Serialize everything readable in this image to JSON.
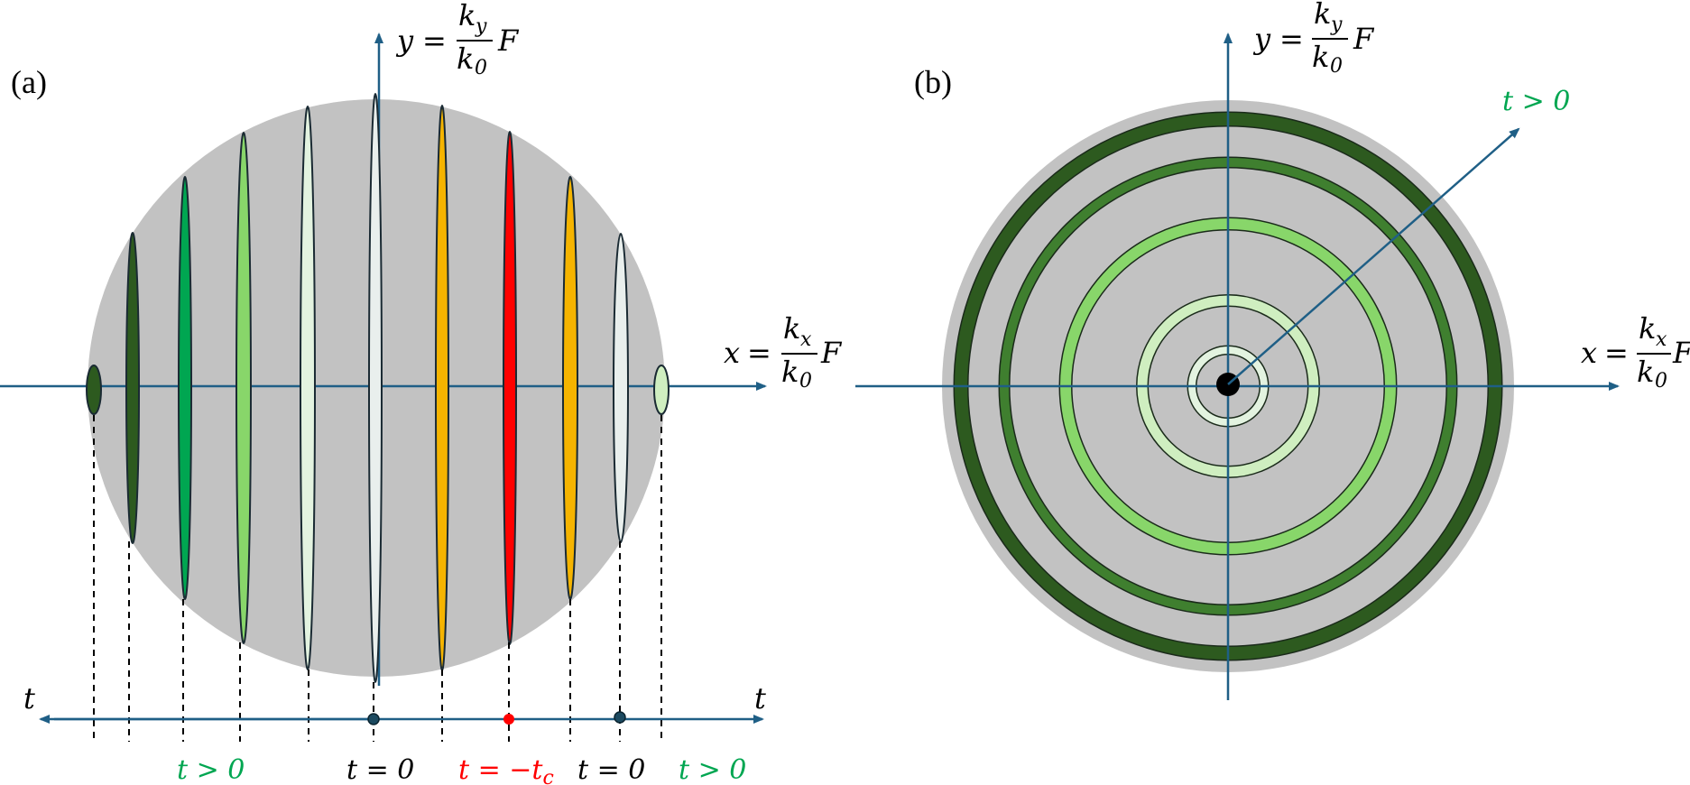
{
  "colors": {
    "axis": "#1f5f86",
    "disk": "#c2c2c2",
    "outline": "#1a2a33",
    "dark_green": "#2d5a1f",
    "green_mid": "#3f7f2f",
    "bright_green": "#00a651",
    "light_green": "#88d66a",
    "pale_green": "#cfeec0",
    "very_pale": "#e3f3e0",
    "white_ish": "#e9efed",
    "orange": "#f5b400",
    "red": "#ff0000",
    "label_green": "#00a651",
    "label_red": "#ff0000"
  },
  "panel_a": {
    "label": "(a)",
    "y_axis_label": {
      "var": "y",
      "num_main": "k",
      "num_sub": "y",
      "den_main": "k",
      "den_sub": "0",
      "tail": "F"
    },
    "x_axis_label": {
      "var": "x",
      "num_main": "k",
      "num_sub": "x",
      "den_main": "k",
      "den_sub": "0",
      "tail": "F"
    },
    "t_label_left": "t",
    "t_label_right": "t",
    "ellipse_colors": [
      "dark_green",
      "dark_green",
      "bright_green",
      "light_green",
      "very_pale",
      "white_ish",
      "orange",
      "red",
      "orange",
      "white_ish",
      "pale_green"
    ],
    "time_labels": [
      {
        "text": "t > 0",
        "color": "label_green"
      },
      {
        "text": "t = 0",
        "color": "black"
      },
      {
        "text_main": "t = −t",
        "sub": "c",
        "color": "label_red"
      },
      {
        "text": "t = 0",
        "color": "black"
      },
      {
        "text": "t > 0",
        "color": "label_green"
      }
    ]
  },
  "panel_b": {
    "label": "(b)",
    "y_axis_label": {
      "var": "y",
      "num_main": "k",
      "num_sub": "y",
      "den_main": "k",
      "den_sub": "0",
      "tail": "F"
    },
    "x_axis_label": {
      "var": "x",
      "num_main": "k",
      "num_sub": "x",
      "den_main": "k",
      "den_sub": "0",
      "tail": "F"
    },
    "arrow_label": "t > 0",
    "ring_colors": [
      "dark_green",
      "green_mid",
      "light_green",
      "pale_green",
      "very_pale"
    ]
  }
}
